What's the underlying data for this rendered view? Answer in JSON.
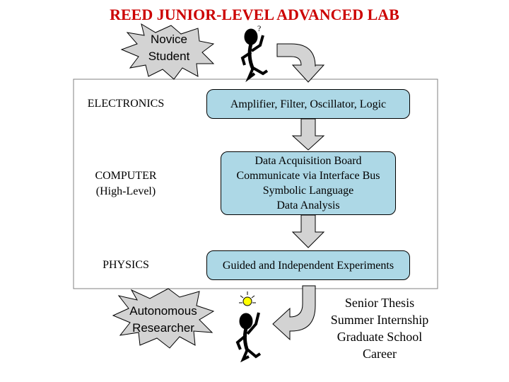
{
  "title": "REED JUNIOR-LEVEL ADVANCED LAB",
  "start": {
    "lines": [
      "Novice",
      "Student"
    ]
  },
  "end": {
    "lines": [
      "Autonomous",
      "Researcher"
    ]
  },
  "stages": [
    {
      "label": [
        "ELECTRONICS"
      ],
      "content": [
        "Amplifier, Filter, Oscillator, Logic"
      ]
    },
    {
      "label": [
        "COMPUTER",
        "(High-Level)"
      ],
      "content": [
        "Data Acquisition Board",
        "Communicate via Interface Bus",
        "Symbolic Language",
        "Data Analysis"
      ]
    },
    {
      "label": [
        "PHYSICS"
      ],
      "content": [
        "Guided and Independent Experiments"
      ]
    }
  ],
  "outcomes": [
    "Senior Thesis",
    "Summer Internship",
    "Graduate School",
    "Career"
  ],
  "colors": {
    "title": "#cc0000",
    "box_fill": "#add8e6",
    "arrow_fill": "#d3d3d3",
    "bulb": "#ffff00"
  },
  "icons": {
    "thinker": "stick-figure-question-icon",
    "bright": "stick-figure-lightbulb-icon"
  }
}
